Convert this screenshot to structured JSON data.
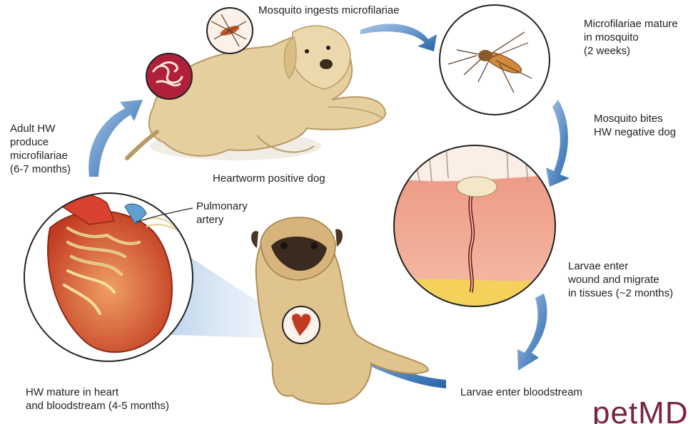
{
  "labels": {
    "mosquito_ingests": "Mosquito ingests microfilariae",
    "mature_in_mosquito": "Microfilariae mature\nin mosquito\n(2 weeks)",
    "mosquito_bites": "Mosquito bites\nHW negative dog",
    "larvae_enter_wound": "Larvae enter\nwound and migrate\nin tissues (~2 months)",
    "larvae_bloodstream": "Larvae enter bloodstream",
    "hw_mature": "HW mature in heart\nand bloodstream (4-5 months)",
    "adult_hw": "Adult HW\nproduce\nmicrofilariae\n(6-7 months)",
    "heartworm_positive_dog": "Heartworm positive dog",
    "pulmonary_artery": "Pulmonary\nartery"
  },
  "logo": {
    "text": "petMD",
    "color": "#7a2445"
  },
  "colors": {
    "arrow": "#2f6db0",
    "arrow_light": "#8fb6e0",
    "dog_fur": "#e6cf9f",
    "pug_fur": "#e0c48e",
    "heart_red": "#d0442a",
    "skin_pink": "#f1a894",
    "fat_yellow": "#f3d15a"
  }
}
